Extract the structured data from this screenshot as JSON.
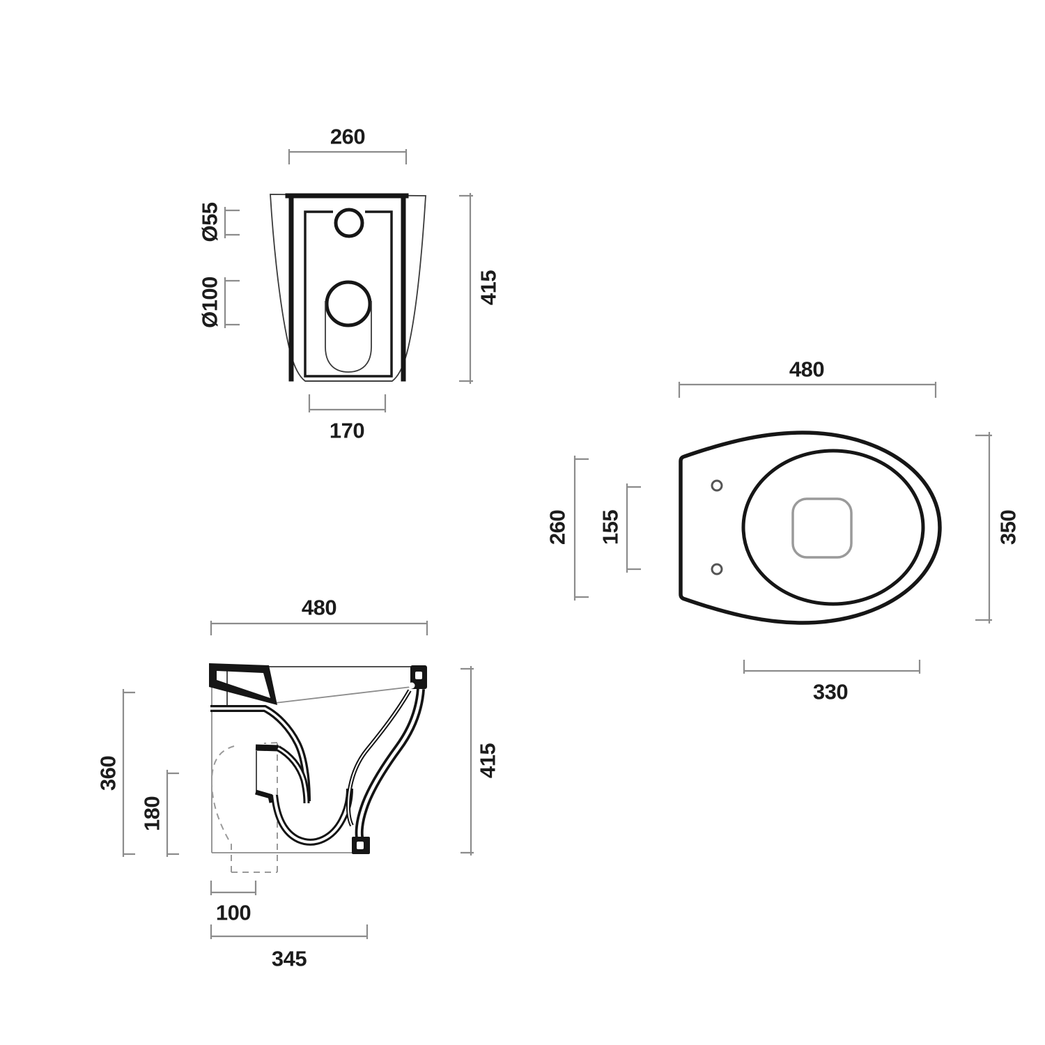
{
  "drawing": {
    "type": "sanitary-ware technical drawing",
    "units": "mm",
    "views": {
      "back": {
        "name": "rear elevation",
        "dims": {
          "width_top": "260",
          "inlet_hole_dia": "Ø55",
          "outlet_hole_dia": "Ø100",
          "height": "415",
          "width_bottom": "170"
        }
      },
      "top": {
        "name": "plan view",
        "dims": {
          "overall_width": "480",
          "back_edge": "260",
          "fixing_hole_spacing": "155",
          "depth": "350",
          "bowl_width": "330"
        }
      },
      "side": {
        "name": "side section",
        "dims": {
          "overall_depth": "480",
          "back_height": "360",
          "outlet_height": "180",
          "height": "415",
          "outlet_offset": "100",
          "base_depth": "345"
        }
      }
    },
    "colors": {
      "line": "#161616",
      "dimension": "#8c8c8c",
      "dashed": "#9a9a9a",
      "background": "#ffffff"
    }
  }
}
